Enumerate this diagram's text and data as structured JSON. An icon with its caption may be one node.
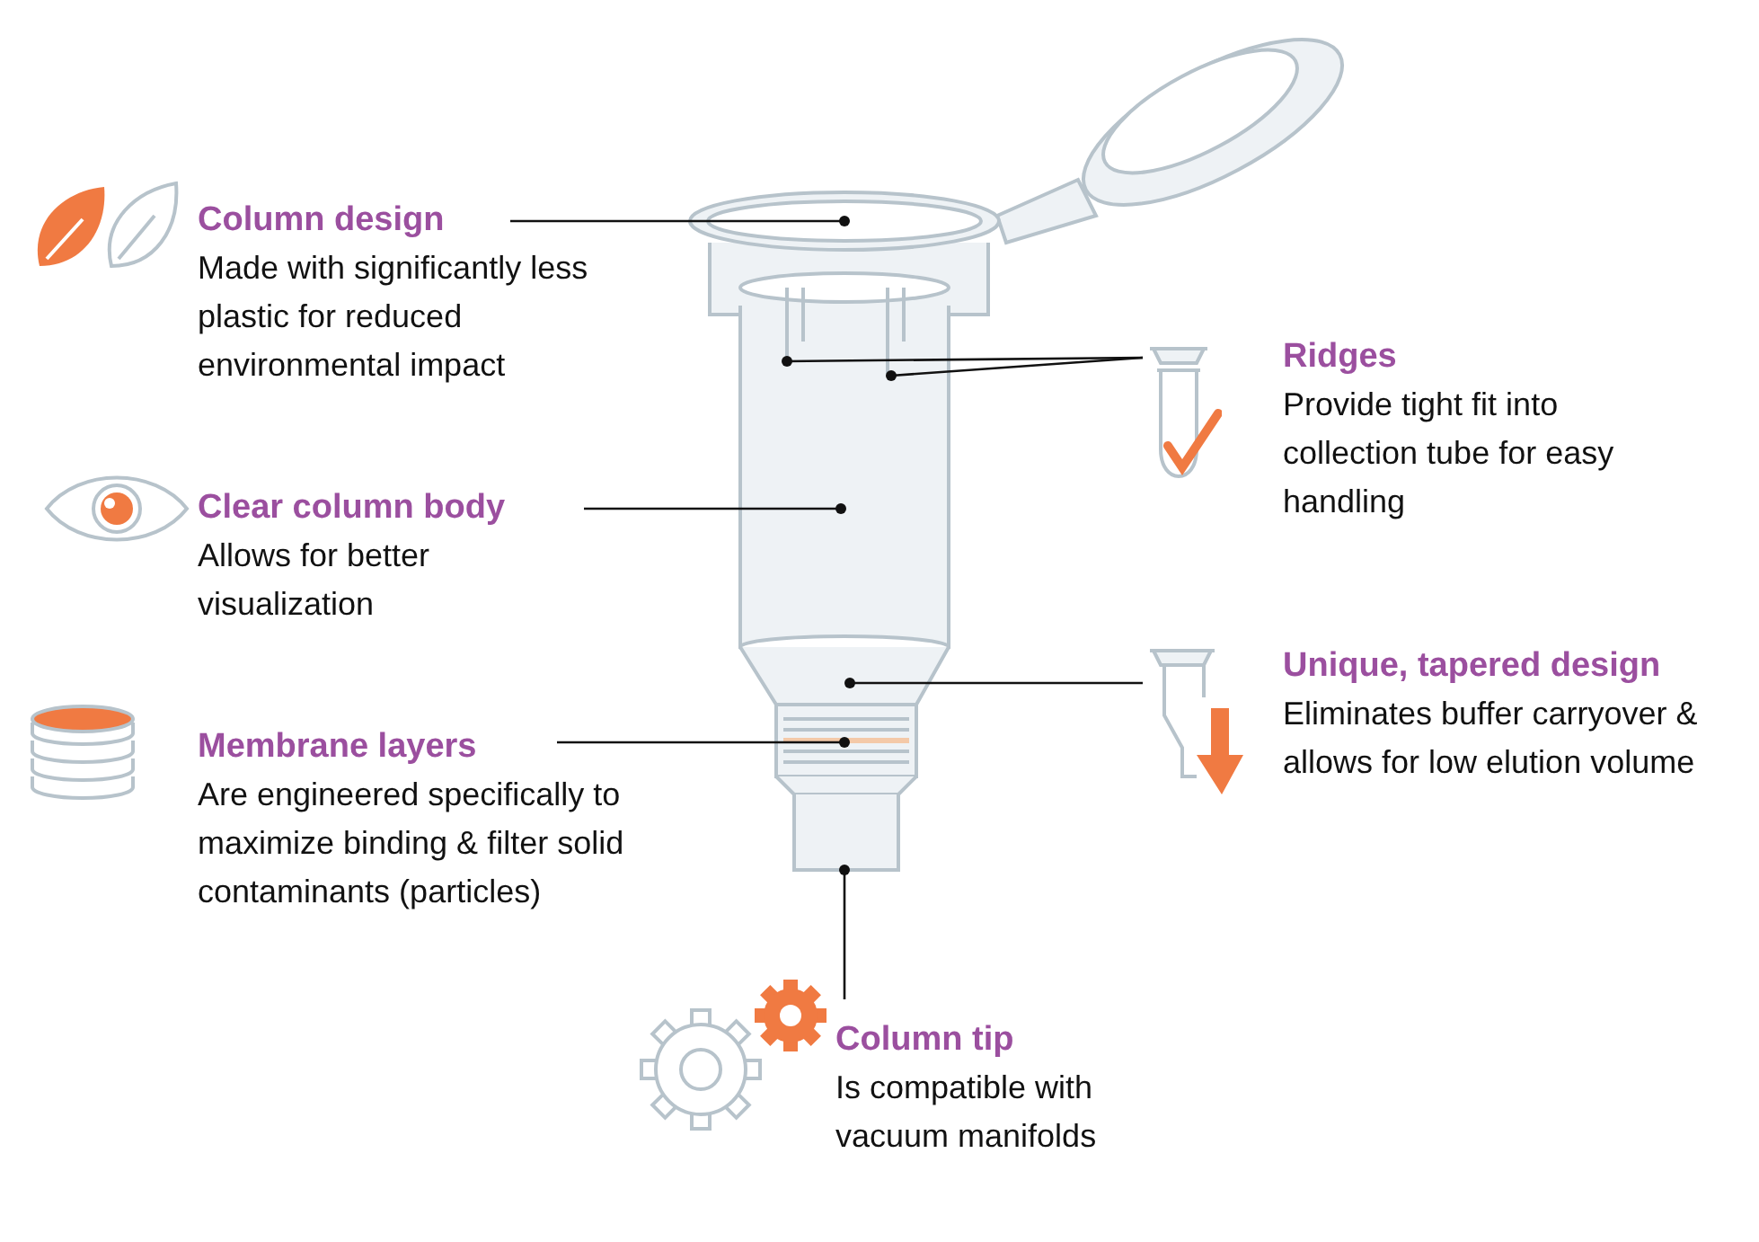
{
  "diagram": {
    "nodes": [
      {
        "text": [
          "Column design",
          "Made with significantly less plastic for reduced environmental impact"
        ]
      },
      {
        "text": [
          "Ridges",
          "Provide tight fit into collection tube for easy handling"
        ]
      },
      {
        "text": [
          "Clear column body",
          "Allows for better visualization"
        ]
      },
      {
        "text": [
          "Unique, tapered design",
          "Eliminates buffer carryover & allows for low elution volume"
        ]
      },
      {
        "text": [
          "Membrane layers",
          "Are engineered specifically to maximize binding & filter solid contaminants (particles)"
        ]
      },
      {
        "text": [
          "Column tip",
          "Is compatible with vacuum manifolds"
        ]
      }
    ],
    "edges": [
      {
        "from": 0,
        "to": null,
        "arrow": "other"
      },
      {
        "from": 1,
        "to": null,
        "arrow": "other"
      },
      {
        "from": 1,
        "to": null,
        "arrow": "other"
      },
      {
        "from": 2,
        "to": null,
        "arrow": "other"
      },
      {
        "from": 3,
        "to": null,
        "arrow": "other"
      },
      {
        "from": 4,
        "to": null,
        "arrow": "other"
      },
      {
        "from": 5,
        "to": null,
        "arrow": "other"
      }
    ]
  }
}
